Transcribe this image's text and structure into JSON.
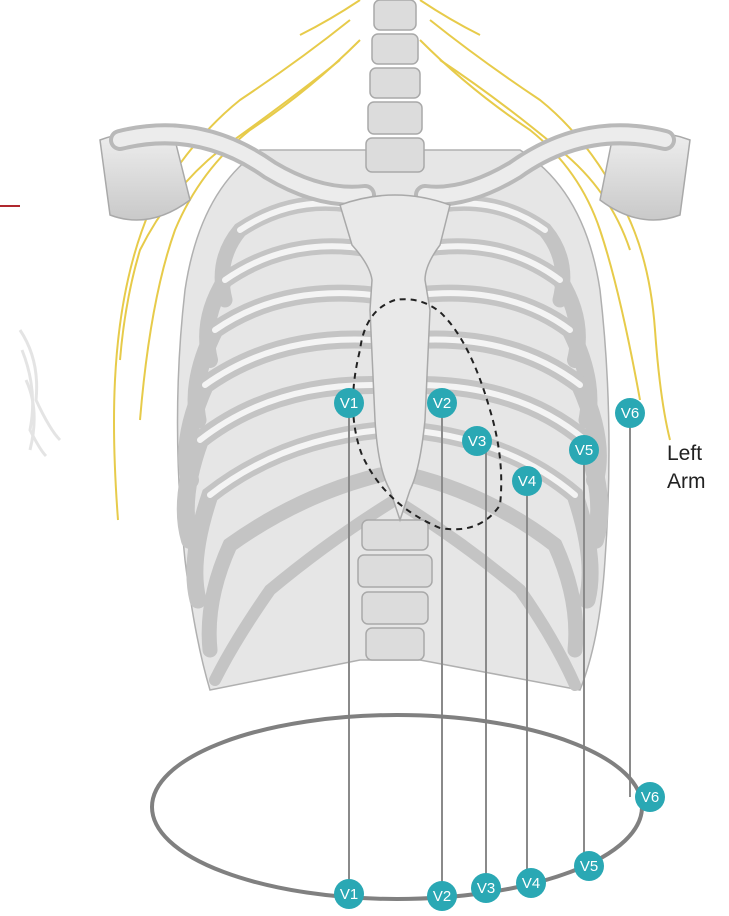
{
  "figure": {
    "side_label_line1": "Left",
    "side_label_line2": "Arm",
    "colors": {
      "electrode": "#2aa8b4",
      "electrode_text": "#ffffff",
      "lead_line": "#8a8a8a",
      "ellipse": "#808080",
      "bone": "#d9d9d9",
      "bone_edge": "#a9a9a9",
      "nerve": "#e3c22b",
      "heart_outline": "#222222",
      "accent_mark": "#b0282e"
    },
    "chest_electrodes": [
      {
        "id": "v1",
        "label": "V1"
      },
      {
        "id": "v2",
        "label": "V2"
      },
      {
        "id": "v3",
        "label": "V3"
      },
      {
        "id": "v4",
        "label": "V4"
      },
      {
        "id": "v5",
        "label": "V5"
      },
      {
        "id": "v6",
        "label": "V6"
      }
    ],
    "ring_electrodes": [
      {
        "id": "v1",
        "label": "V1"
      },
      {
        "id": "v2",
        "label": "V2"
      },
      {
        "id": "v3",
        "label": "V3"
      },
      {
        "id": "v4",
        "label": "V4"
      },
      {
        "id": "v5",
        "label": "V5"
      },
      {
        "id": "v6",
        "label": "V6"
      }
    ]
  }
}
